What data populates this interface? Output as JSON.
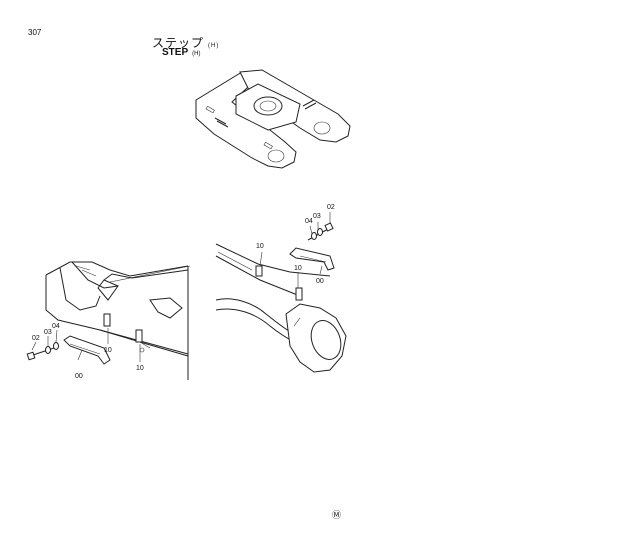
{
  "page_number": "307",
  "title_ja": "ステップ",
  "title_en": "STEP",
  "title_suffix": "(H)",
  "callouts": {
    "left_00": "00",
    "left_02": "02",
    "left_03": "03",
    "left_04": "04",
    "left_10a": "10",
    "left_10b": "10",
    "right_00": "00",
    "right_02": "02",
    "right_03": "03",
    "right_04": "04",
    "right_10a": "10",
    "right_10b": "10"
  },
  "footer_mark": "Ⓜ"
}
